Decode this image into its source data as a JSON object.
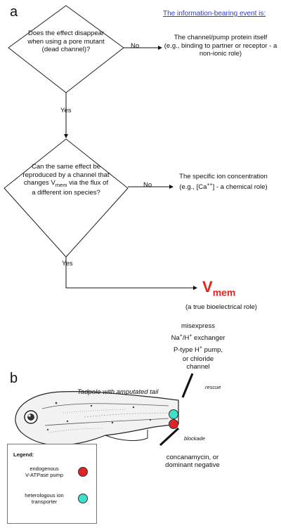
{
  "panel_a": {
    "label": "a",
    "header": "The information-bearing event is:",
    "q1": "Does the effect disappear when using a pore mutant (dead channel)?",
    "q1_no": "No",
    "q1_result_title": "The channel/pump protein itself",
    "q1_result_detail": "(e.g., binding to partner or receptor - a non-ionic role)",
    "q1_yes": "Yes",
    "q2": "Can the same effect be reproduced by a channel that changes V",
    "q2_sub": "mem",
    "q2_tail": " via the flux of a different ion species?",
    "q2_no": "No",
    "q2_result_title": "The specific ion concentration",
    "q2_result_detail_pre": "(e.g., [Ca",
    "q2_result_detail_sup": "++",
    "q2_result_detail_post": "] - a chemical role)",
    "q2_yes": "Yes",
    "vmem_main": "V",
    "vmem_sub": "mem",
    "vmem_color": "#e8231e",
    "vmem_caption": "(a true bioelectrical role)"
  },
  "panel_b": {
    "label": "b",
    "misexpress": "misexpress",
    "exchanger_pre": "Na",
    "exchanger_sup1": "+",
    "exchanger_mid": "/H",
    "exchanger_sup2": "+",
    "exchanger_post": " exchanger",
    "ptype_pre": "P-type H",
    "ptype_sup": "+",
    "ptype_post": " pump,",
    "chloride_line1": "or chloride",
    "chloride_line2": "channel",
    "rescue": "rescue",
    "tadpole_caption": "Tadpole with amputated tail",
    "blockade": "blockade",
    "blocker_line1": "concanamycin, or",
    "blocker_line2": "dominant negative"
  },
  "legend": {
    "title": "Legend:",
    "item1_line1": "endogenous",
    "item1_line2": "V-ATPase pump",
    "item1_color": "#e0232a",
    "item2_line1": "heterologous ion",
    "item2_line2": "transporter",
    "item2_color": "#3fe0c9"
  }
}
